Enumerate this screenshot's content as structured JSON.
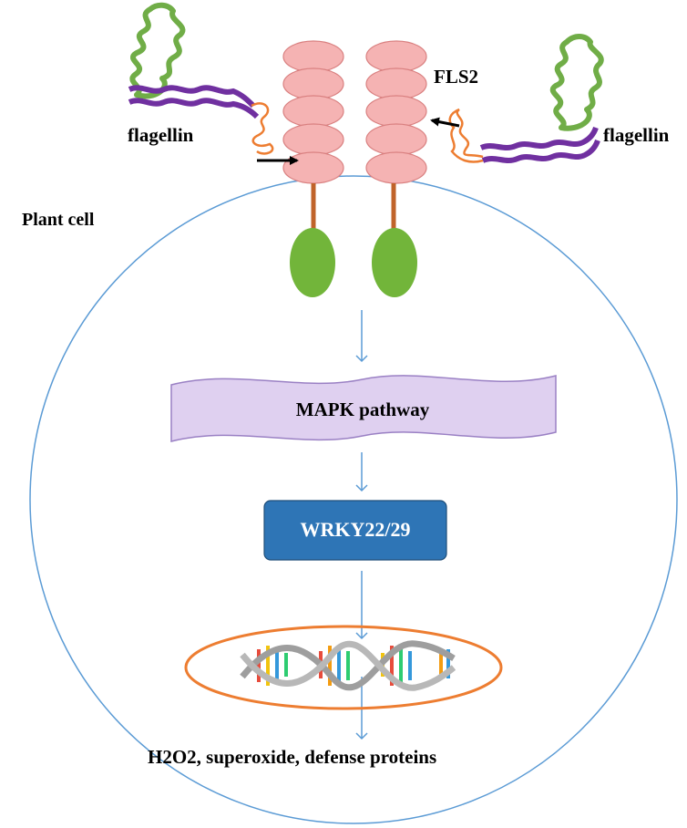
{
  "labels": {
    "receptor": "FLS2",
    "flagellin_left": "flagellin",
    "flagellin_right": "flagellin",
    "cell": "Plant cell",
    "pathway": "MAPK pathway",
    "transcription_factor": "WRKY22/29",
    "output": "H2O2, superoxide, defense proteins"
  },
  "colors": {
    "lrr_fill": "#f5b3b3",
    "lrr_stroke": "#d98080",
    "kinase_domain": "#72b53a",
    "transmembrane": "#c0632a",
    "cell_membrane": "#5b9bd5",
    "pathway_fill": "#dfd0f0",
    "pathway_stroke": "#9a80c4",
    "wrky_fill": "#2e75b6",
    "wrky_text": "#ffffff",
    "nucleus": "#ed7d31",
    "flagellin_head": "#70ad47",
    "flagellin_filament": "#7030a0",
    "flagellin_tail": "#ed7d31",
    "arrow": "#000000",
    "flow_arrow": "#5b9bd5"
  },
  "icons": [
    "dna-helix-icon",
    "flagellin-protein-icon",
    "fls2-receptor-icon"
  ]
}
